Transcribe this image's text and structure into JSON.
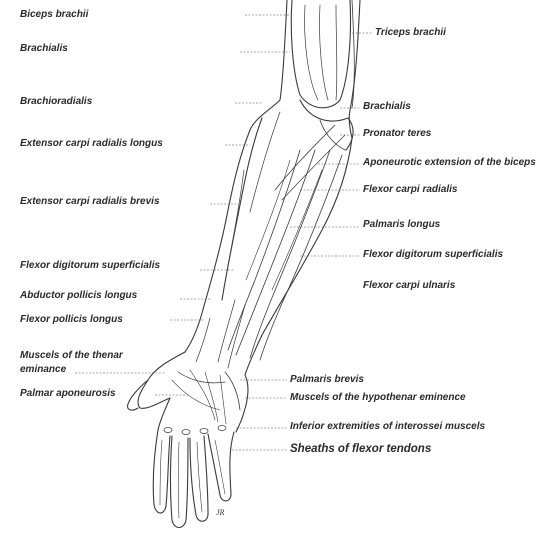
{
  "labels_left": [
    "Biceps brachii",
    "Brachialis",
    "Brachioradialis",
    "Extensor carpi radialis longus",
    "Extensor carpi radialis brevis",
    "Flexor digitorum superficialis",
    "Abductor pollicis longus",
    "Flexor pollicis longus",
    "Muscels of the thenar",
    "eminance",
    "Palmar aponeurosis"
  ],
  "labels_right": [
    "Triceps brachii",
    "Brachialis",
    "Pronator teres",
    "Aponeurotic extension of the biceps",
    "Flexor carpi radialis",
    "Palmaris longus",
    "Flexor digitorum superficialis",
    "Flexor carpi ulnaris",
    "Palmaris brevis",
    "Muscels of the hypothenar eminence",
    "Inferior extremities of interossei muscels",
    "Sheaths of flexor tendons"
  ],
  "signature": "JR"
}
